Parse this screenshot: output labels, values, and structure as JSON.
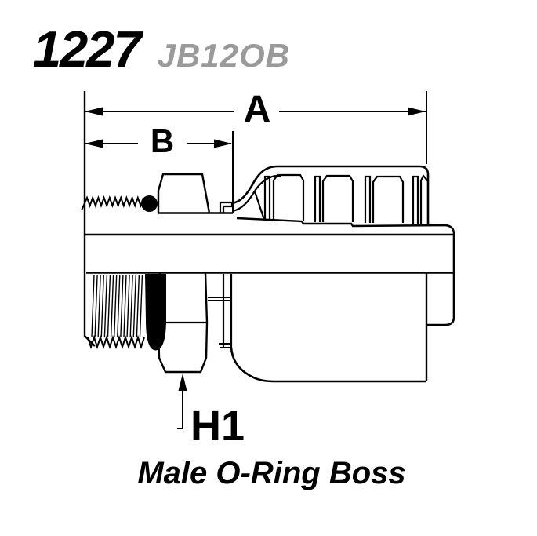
{
  "header": {
    "part_number": "1227",
    "part_code": "JB12OB"
  },
  "dimensions": {
    "a_label": "A",
    "b_label": "B",
    "h1_label": "H1"
  },
  "caption": "Male O-Ring Boss",
  "colors": {
    "line": "#000000",
    "code_gray": "#9a9a9a",
    "background": "#ffffff"
  }
}
